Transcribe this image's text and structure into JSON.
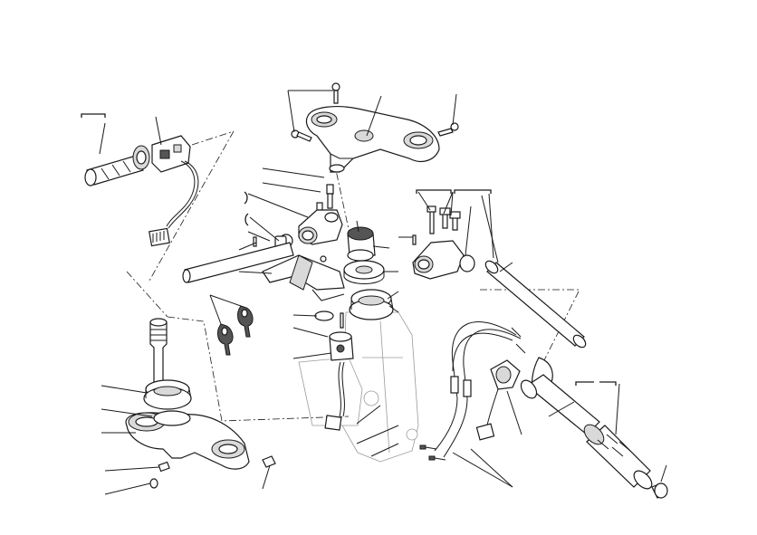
{
  "figure": {
    "background": "#ffffff",
    "ink": "#1a1a1a",
    "parts": [
      "left-grip",
      "left-switch-assembly",
      "upper-triple-clamp",
      "upper-clamp-bolt",
      "left-clip-on-clamp",
      "left-handlebar-tube",
      "ignition-lock",
      "bearing-seal",
      "steering-bearing-upper",
      "right-clip-on-clamp",
      "right-handlebar-tube",
      "ignition-keys",
      "steering-stem-lower-clamp",
      "steering-bearing-lower",
      "throttle-cables",
      "right-switch-assembly",
      "throttle-grip",
      "bar-end-weight",
      "steering-head-frame"
    ]
  }
}
